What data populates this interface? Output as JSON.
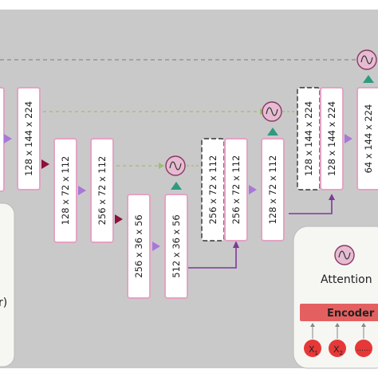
{
  "colors": {
    "canvas": "#c9c9c9",
    "block_fill": "#ffffff",
    "block_stroke": "#e3a3c4",
    "down_arrow": "#8c0f3c",
    "right_arrow": "#a877d8",
    "up_arrow": "#2f9a80",
    "skip_main": "#8a8a8a",
    "skip_green": "#9bc06a",
    "attn_fill": "#e6bcd2",
    "attn_stroke": "#8a3a63",
    "connector": "#7d3a99",
    "encoder_fill": "#e46060",
    "panel_fill": "#f6f6f3"
  },
  "blocks": {
    "enc_l1_top": "128 x 144 x 224",
    "enc_l2_a": "128 x 72 x 112",
    "enc_l2_b": "256 x 72 x 112",
    "enc_l3_a": "256 x 36 x 56",
    "enc_l3_b": "512 x 36 x 56",
    "dec_l2_skip": "256 x 72 x 112",
    "dec_l2_a": "256 x 72 x 112",
    "dec_l2_b": "128 x 72 x 112",
    "dec_l1_skip": "128 x 144 x 224",
    "dec_l1_a": "128 x 144 x 224",
    "dec_l1_out": "64 x 144 x 224"
  },
  "legend": {
    "attention_label": "Attention",
    "encoder_label": "Encoder",
    "left_fragment": "r)",
    "tokens": [
      {
        "base": "X",
        "sub": "1"
      },
      {
        "base": "X",
        "sub": "2"
      },
      {
        "base": "",
        "sub": "",
        "text": "......"
      }
    ]
  },
  "icons": {
    "attention_gate": "tilde-circle-icon",
    "down": "triangle-right-icon",
    "up": "triangle-up-icon"
  }
}
